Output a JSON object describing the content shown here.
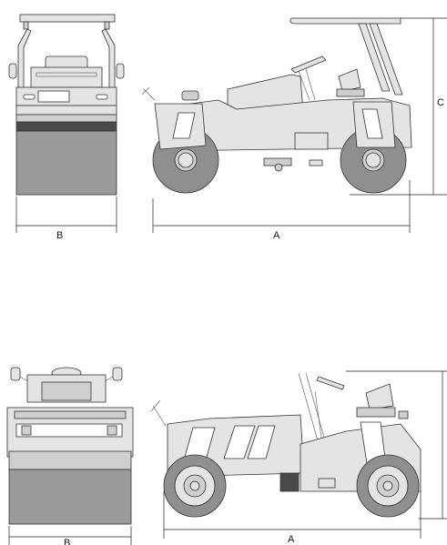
{
  "diagram": {
    "colors": {
      "body_light": "#e4e4e4",
      "body_mid": "#cfcfcf",
      "drum_dark": "#8f8f8f",
      "drum_side": "#9a9a9a",
      "outline": "#333333",
      "band_dark": "#4a4a4a"
    },
    "top_machine": {
      "front_width_label": "B",
      "length_label": "A",
      "height_label": "C"
    },
    "bottom_machine": {
      "front_width_label": "B",
      "length_label": "A"
    }
  }
}
